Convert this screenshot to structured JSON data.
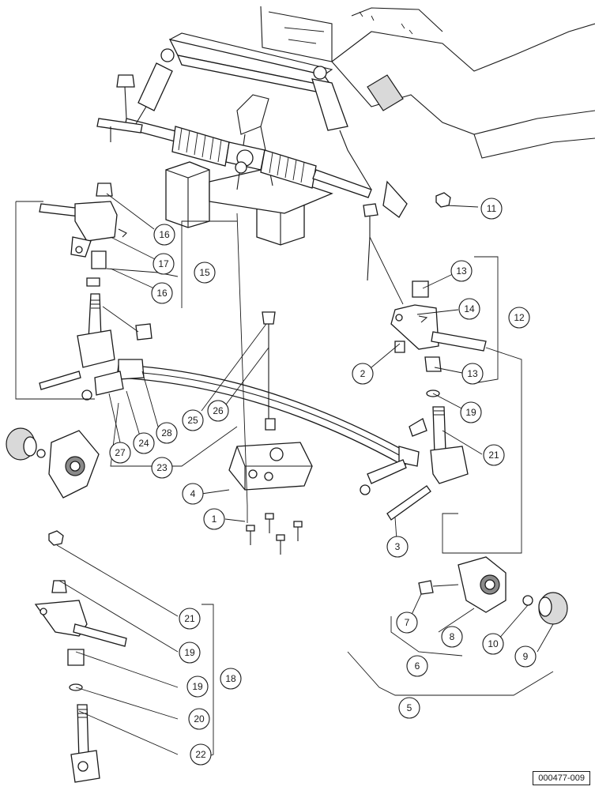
{
  "figure_id": "000477-009",
  "callouts": [
    "1",
    "2",
    "3",
    "4",
    "5",
    "6",
    "7",
    "8",
    "9",
    "10",
    "11",
    "12",
    "13",
    "13",
    "14",
    "15",
    "16",
    "16",
    "17",
    "18",
    "19",
    "19",
    "19",
    "20",
    "21",
    "21",
    "22",
    "23",
    "24",
    "25",
    "26",
    "27",
    "28"
  ]
}
